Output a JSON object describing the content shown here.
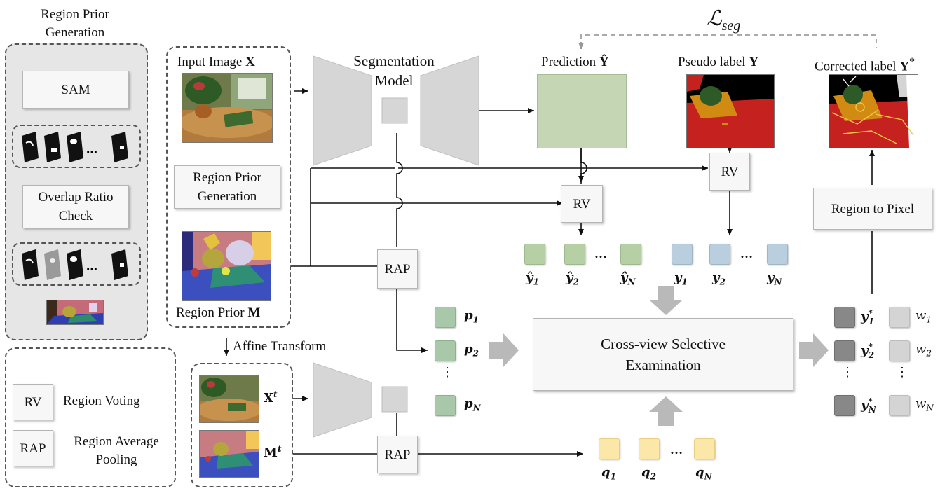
{
  "left_panel": {
    "title": "Region Prior Generation",
    "sam_label": "SAM",
    "overlap_label": "Overlap Ratio Check"
  },
  "legend": {
    "rv_abbr": "RV",
    "rv_name": "Region Voting",
    "rap_abbr": "RAP",
    "rap_name": "Region Average Pooling"
  },
  "center_panel": {
    "input_label": "Input Image",
    "input_symbol": "X",
    "rpg_label": "Region Prior Generation",
    "prior_label": "Region Prior",
    "prior_symbol": "M"
  },
  "affine_label": "Affine Transform",
  "transformed": {
    "xt": "X",
    "mt": "M",
    "sup": "t"
  },
  "seg_model_label": "Segmentation Model",
  "top_labels": {
    "prediction": "Prediction",
    "prediction_symbol": "Ŷ",
    "pseudo": "Pseudo label",
    "pseudo_symbol": "Y",
    "corrected": "Corrected label",
    "corrected_symbol": "Y",
    "corrected_sup": "*"
  },
  "loss_label": "ℒ",
  "loss_sub": "seg",
  "blocks": {
    "rv": "RV",
    "rap": "RAP",
    "region_to_pixel": "Region to Pixel",
    "cross_view": "Cross-view Selective Examination"
  },
  "symbols": {
    "y_hat": "ŷ",
    "y": "y",
    "p": "p",
    "q": "q",
    "w": "w",
    "star": "*",
    "sub1": "1",
    "sub2": "2",
    "subN": "N",
    "ellipsis": "…",
    "vdots": "⋮"
  },
  "colors": {
    "prediction_fill": "#c4d6b4",
    "pseudo_red": "#c4211f",
    "pseudo_orange": "#d18a12",
    "pseudo_green": "#2d5a2a",
    "grey_arrow": "#b5b5b5"
  }
}
